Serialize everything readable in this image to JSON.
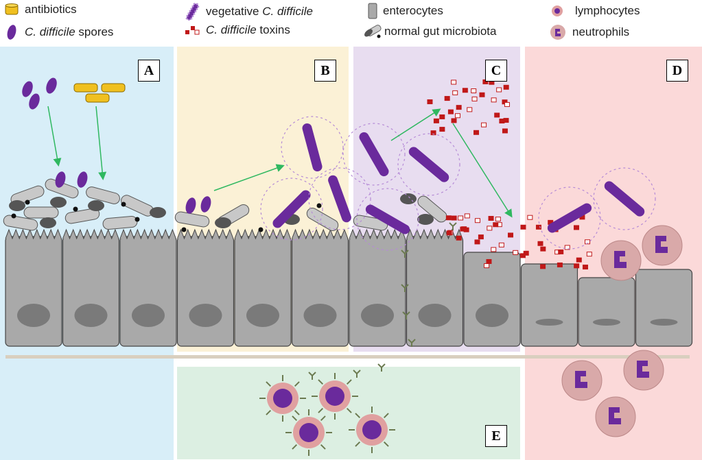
{
  "legend": {
    "antibiotics": "antibiotics",
    "spores_italic": "C. difficile",
    "spores_rest": " spores",
    "vegetative_prefix": "vegetative ",
    "vegetative_italic": "C. difficile",
    "toxins_italic": "C. difficile",
    "toxins_rest": " toxins",
    "enterocytes": "enterocytes",
    "microbiota": "normal gut microbiota",
    "lymphocytes": "lymphocytes",
    "neutrophils": "neutrophils"
  },
  "panels": {
    "a": "A",
    "b": "B",
    "c": "C",
    "d": "D",
    "e": "E"
  },
  "colors": {
    "panel_a": "#d8eef8",
    "panel_b": "#fbf1d6",
    "panel_c": "#e8ddf0",
    "panel_d": "#fbd9d9",
    "panel_e": "#dcefe2",
    "purple": "#6a2a9c",
    "toxin": "#c01818",
    "cell": "#a9a9a9",
    "arrow": "#2fb860"
  }
}
